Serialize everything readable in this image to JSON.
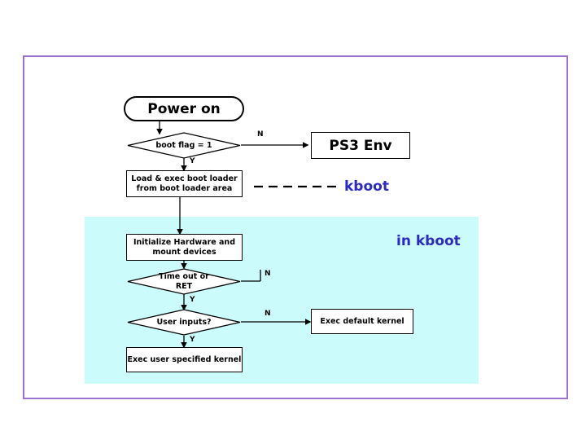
{
  "diagram": {
    "title_node": "Power on",
    "nodes": {
      "power_on": "Power on",
      "boot_flag": "boot flag = 1",
      "ps3_env": "PS3 Env",
      "load_exec": "Load & exec boot loader\nfrom boot loader area",
      "init_hw": "Initialize Hardware and\nmount devices",
      "timeout": "Time out or\nRET",
      "user_inputs": "User inputs?",
      "exec_default": "Exec default kernel",
      "exec_user": "Exec user specified kernel"
    },
    "node_lines": {
      "load_exec_1": "Load & exec boot loader",
      "load_exec_2": "from boot loader area",
      "init_hw_1": "Initialize Hardware and",
      "init_hw_2": "mount devices",
      "timeout_1": "Time out or",
      "timeout_2": "RET"
    },
    "edge_labels": {
      "boot_flag_n": "N",
      "boot_flag_y": "Y",
      "timeout_n": "N",
      "timeout_y": "Y",
      "user_inputs_n": "N",
      "user_inputs_y": "Y"
    },
    "annotations": {
      "kboot": "kboot",
      "in_kboot": "in kboot"
    },
    "colors": {
      "frame_border": "#9b72d0",
      "kboot_region_fill": "#ccfbfb",
      "annotation_text": "#2b2bbf",
      "node_stroke": "#000000",
      "node_fill": "#ffffff"
    }
  }
}
